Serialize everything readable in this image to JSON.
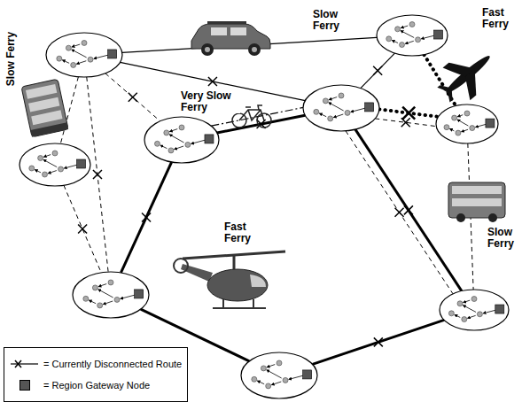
{
  "diagram": {
    "nodes": [
      {
        "text": []
      },
      {
        "text": []
      },
      {
        "text": []
      },
      {
        "text": []
      },
      {
        "text": []
      },
      {
        "text": []
      },
      {
        "text": []
      },
      {
        "text": []
      },
      {
        "text": []
      }
    ],
    "edges": [
      {
        "from": 0,
        "to": 1,
        "arrow": "none"
      },
      {
        "from": 0,
        "to": 4,
        "arrow": "none"
      },
      {
        "from": 1,
        "to": 4,
        "arrow": "none"
      },
      {
        "from": 1,
        "to": 5,
        "arrow": "none"
      },
      {
        "from": 4,
        "to": 5,
        "arrow": "none"
      },
      {
        "from": 4,
        "to": 5,
        "arrow": "none"
      },
      {
        "from": 0,
        "to": 2,
        "arrow": "none"
      },
      {
        "from": 0,
        "to": 3,
        "arrow": "none"
      },
      {
        "from": 3,
        "to": 4,
        "arrow": "none"
      },
      {
        "from": 3,
        "to": 4,
        "arrow": "none"
      },
      {
        "from": 2,
        "to": 6,
        "arrow": "none"
      },
      {
        "from": 0,
        "to": 6,
        "arrow": "none"
      },
      {
        "from": 3,
        "to": 6,
        "arrow": "none"
      },
      {
        "from": 6,
        "to": 8,
        "arrow": "none"
      },
      {
        "from": 8,
        "to": 7,
        "arrow": "none"
      },
      {
        "from": 4,
        "to": 7,
        "arrow": "none"
      },
      {
        "from": 4,
        "to": 7,
        "arrow": "none"
      },
      {
        "from": 5,
        "to": 7,
        "arrow": "none"
      }
    ],
    "labels": [
      "Slow Ferry",
      "Fast Ferry",
      "Slow Ferry",
      "Very Slow Ferry",
      "Slow Ferry",
      "Fast Ferry"
    ],
    "legend": [
      {
        "text": "= Currently Disconnected Route"
      },
      {
        "text": "= Region Gateway Node",
        "color": "#555555"
      }
    ]
  }
}
